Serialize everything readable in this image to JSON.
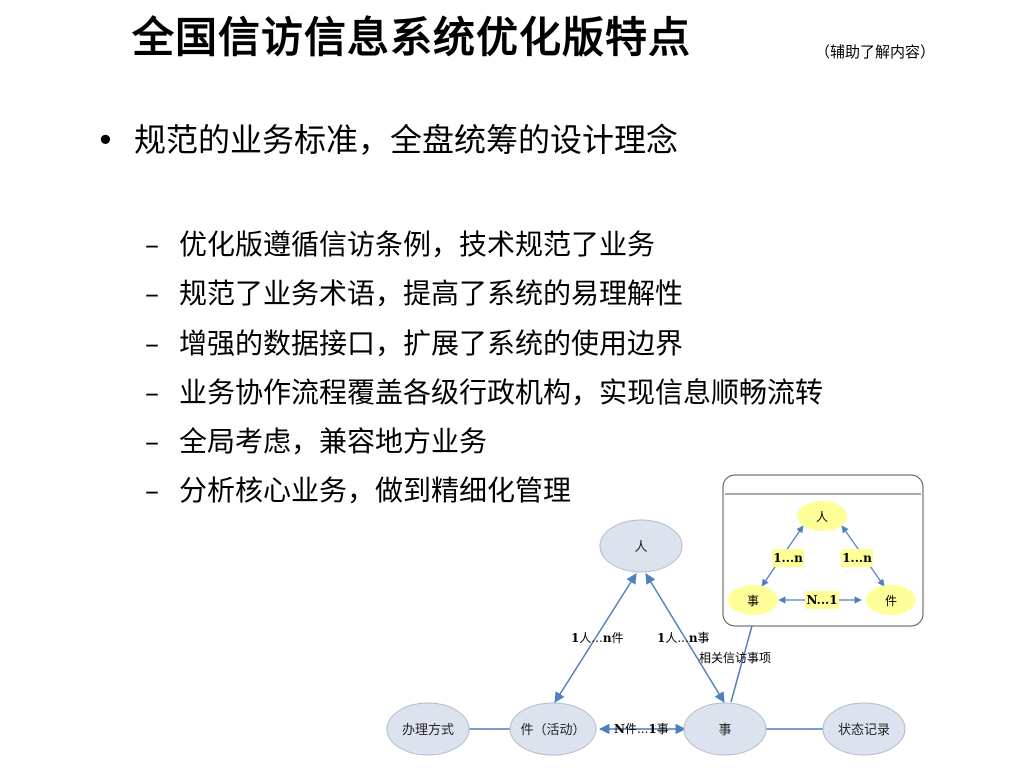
{
  "title": "全国信访信息系统优化版特点",
  "title_note": "（辅助了解内容）",
  "bullet": {
    "symbol": "•",
    "text": "规范的业务标准，全盘统筹的设计理念"
  },
  "sub_items": [
    {
      "dash": "–",
      "text": "优化版遵循信访条例，技术规范了业务"
    },
    {
      "dash": "–",
      "text": "规范了业务术语，提高了系统的易理解性"
    },
    {
      "dash": "–",
      "text": "增强的数据接口，扩展了系统的使用边界"
    },
    {
      "dash": "–",
      "text": "业务协作流程覆盖各级行政机构，实现信息顺畅流转"
    },
    {
      "dash": "–",
      "text": "全局考虑，兼容地方业务"
    },
    {
      "dash": "–",
      "text": "分析核心业务，做到精细化管理"
    }
  ],
  "main_diagram": {
    "nodes": {
      "person": "人",
      "method": "办理方式",
      "case": "件（活动）",
      "matter": "事",
      "status": "状态记录"
    },
    "edges": {
      "person_case_num": "1",
      "person_case_a": "人...",
      "person_case_n": "n",
      "person_case_b": "件",
      "person_matter_num": "1",
      "person_matter_a": "人...",
      "person_matter_n": "n",
      "person_matter_b": "事",
      "case_matter_n": "N",
      "case_matter_a": "件...",
      "case_matter_num": "1",
      "case_matter_b": "事",
      "related": "相关信访事项"
    },
    "colors": {
      "node_fill": "#dde3ee",
      "node_stroke": "#b4bccb",
      "arrow": "#4f7fbd"
    }
  },
  "inset_diagram": {
    "nodes": {
      "person": "人",
      "matter": "事",
      "case": "件"
    },
    "labels": {
      "left": "1...n",
      "right": "1...n",
      "bottom": "N...1"
    },
    "colors": {
      "node_fill": "#ffff99",
      "arrow": "#4f7fbd",
      "panel_stroke": "#555555"
    }
  }
}
